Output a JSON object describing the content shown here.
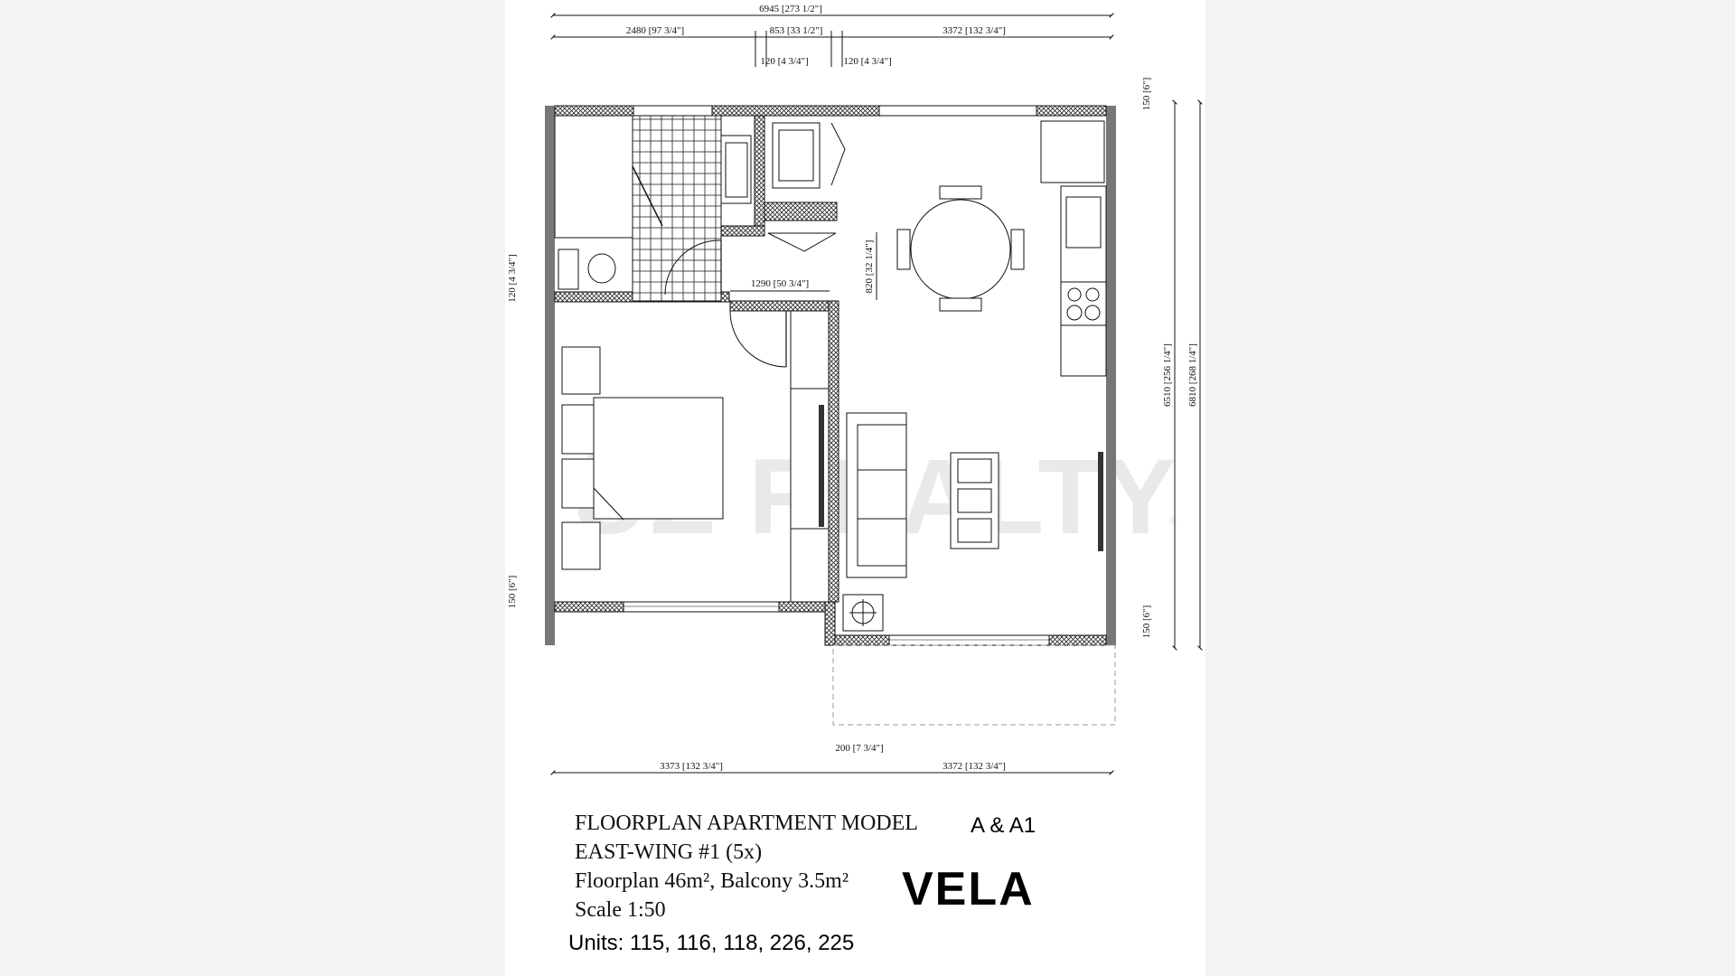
{
  "dimensions": {
    "top_total": "6945 [273 1/2\"]",
    "top_left": "2480 [97 3/4\"]",
    "top_mid": "853 [33 1/2\"]",
    "top_right": "3372 [132 3/4\"]",
    "top_wall_a": "120 [4 3/4\"]",
    "top_wall_b": "120 [4 3/4\"]",
    "right_top_wall": "150 [6\"]",
    "right_inner": "6510 [256 1/4\"]",
    "right_outer": "6810 [268 1/4\"]",
    "right_bottom_wall": "150 [6\"]",
    "left_upper": "120 [4 3/4\"]",
    "left_lower": "150 [6\"]",
    "hall_width": "1290 [50 3/4\"]",
    "hall_depth": "820 [32 1/4\"]",
    "bottom_left": "3373 [132 3/4\"]",
    "bottom_mid": "200 [7 3/4\"]",
    "bottom_right": "3372 [132 3/4\"]"
  },
  "watermark": {
    "text": "UZ REALTY",
    "registered": "®"
  },
  "title_block": {
    "line1": "FLOORPLAN APARTMENT MODEL",
    "model": "A & A1",
    "line2": "EAST-WING #1 (5x)",
    "line3": "Floorplan 46m², Balcony 3.5m²",
    "line4": "Scale 1:50",
    "brand": "VELA",
    "units": "Units: 115, 116, 118, 226, 225"
  },
  "colors": {
    "line": "#111111",
    "hatch": "#444444",
    "watermark": "#e9e9e9"
  }
}
